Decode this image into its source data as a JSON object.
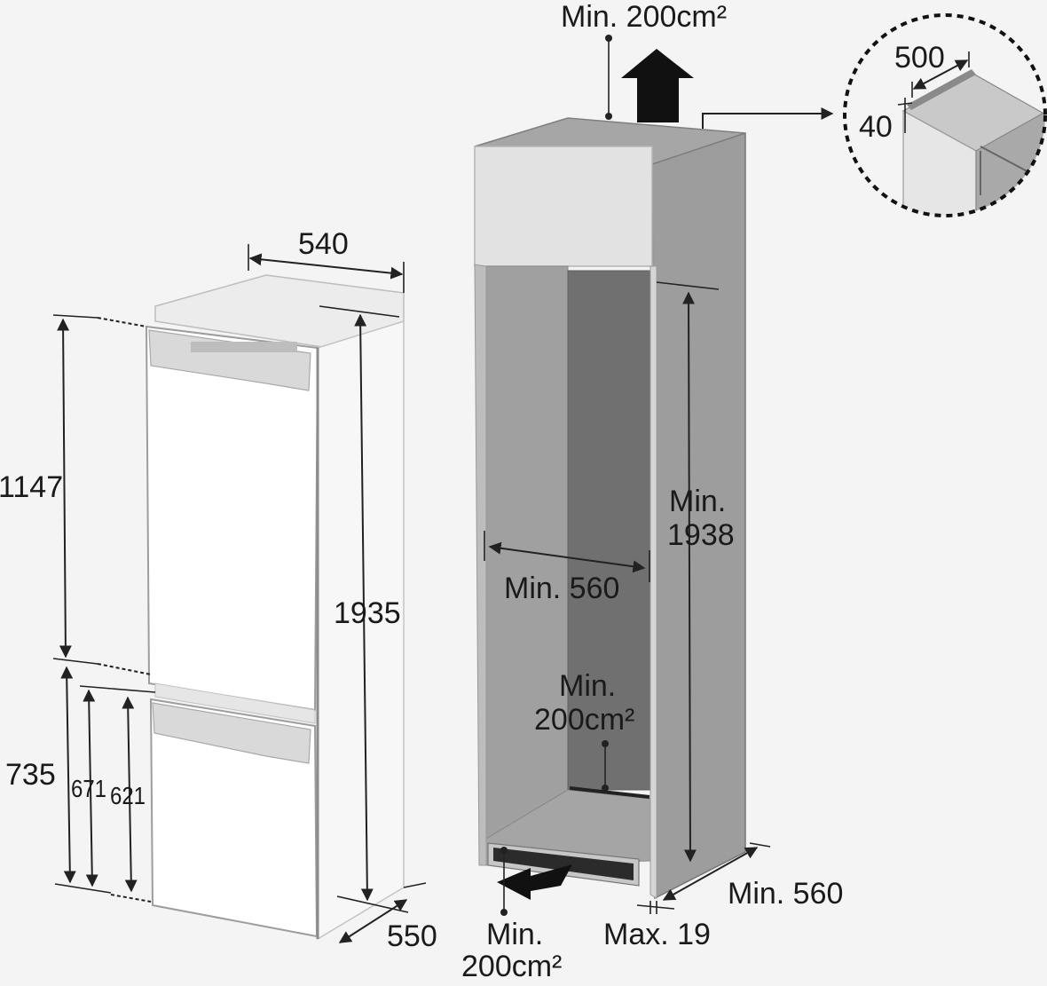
{
  "fridge": {
    "width": "540",
    "upper_height": "1147",
    "total_height": "1935",
    "lower_height": "735",
    "freezer_height_a": "671",
    "freezer_height_b": "621",
    "depth": "550"
  },
  "cabinet": {
    "top_vent": "Min. 200cm²",
    "inner_width": "Min. 560",
    "inner_height_line1": "Min.",
    "inner_height_line2": "1938",
    "rear_vent_line1": "Min.",
    "rear_vent_line2": "200cm²",
    "bottom_vent_line1": "Min.",
    "bottom_vent_line2": "200cm²",
    "depth": "Min. 560",
    "door_gap": "Max. 19"
  },
  "detail": {
    "width": "500",
    "height": "40"
  },
  "colors": {
    "background": "#f4f4f4",
    "cabinet_side": "#9a9a9a",
    "cabinet_back": "#6f6f6f",
    "fridge_door": "#ffffff",
    "line": "#222222"
  }
}
